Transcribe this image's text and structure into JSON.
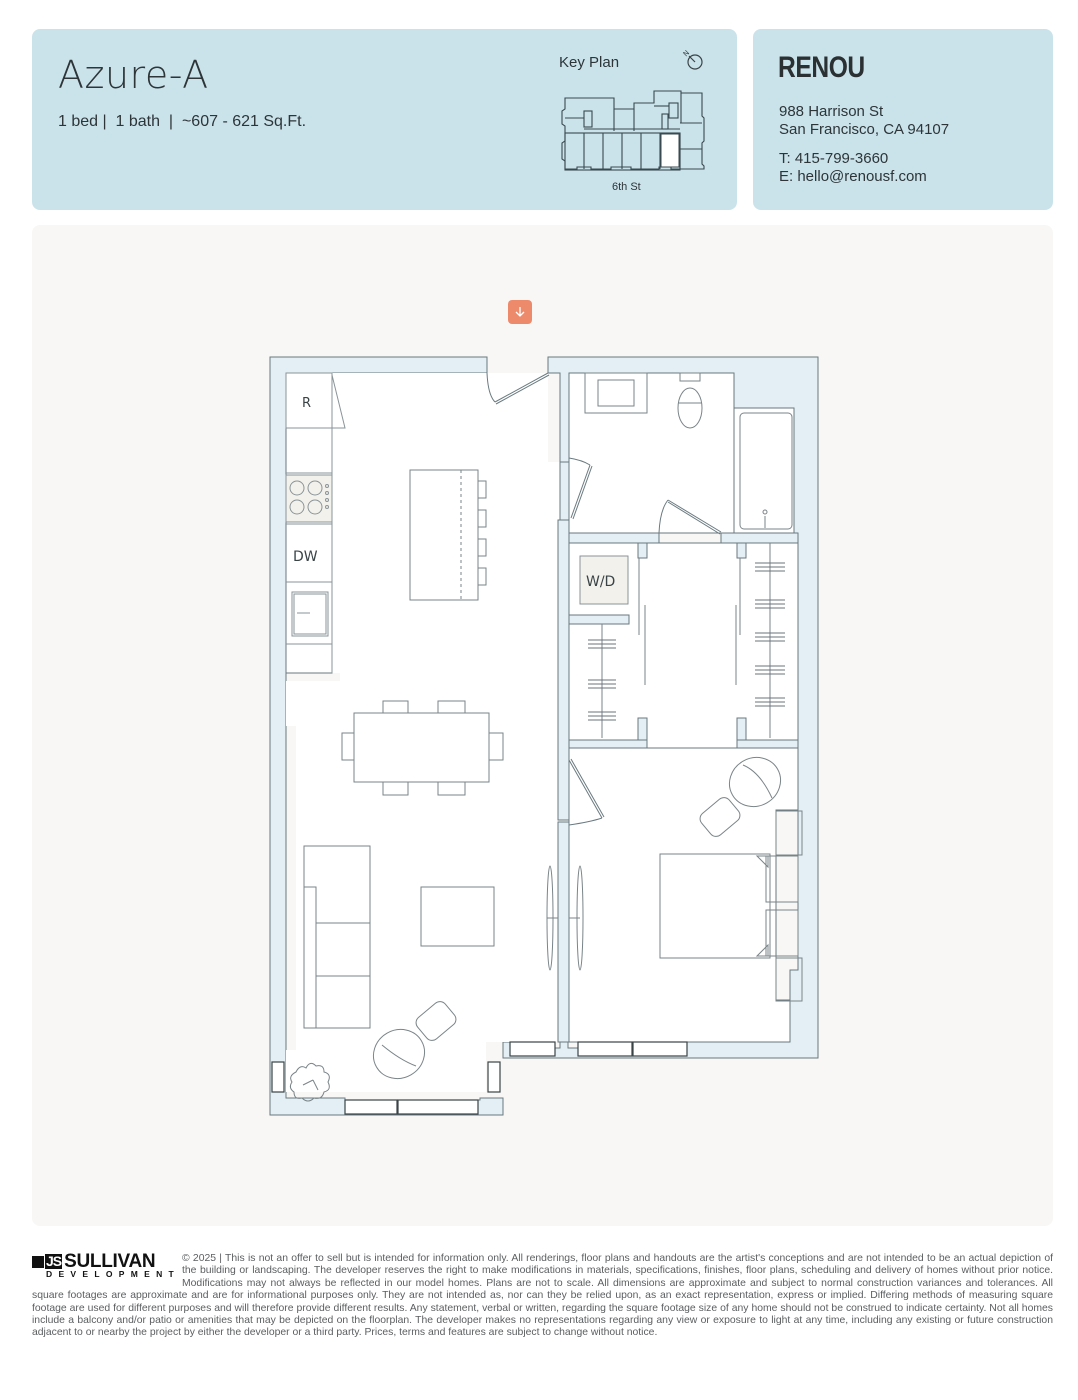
{
  "unit": {
    "name": "Azure-A",
    "specs": "1 bed |  1 bath  |  ~607 - 621 Sq.Ft.",
    "beds": "1 bed",
    "baths": "1 bath",
    "area": "~607 - 621 Sq.Ft."
  },
  "key_plan": {
    "label": "Key Plan",
    "street": "6th St",
    "north_icon": "north-arrow-icon"
  },
  "contact": {
    "brand": "RENOU",
    "address_line1": "988 Harrison St",
    "address_line2": "San Francisco, CA 94107",
    "phone": "T: 415-799-3660",
    "email": "E: hello@renousf.com"
  },
  "floor_plan": {
    "download_icon": "download-arrow-icon",
    "labels": {
      "refrigerator": "R",
      "dishwasher": "DW",
      "washer_dryer": "W/D"
    }
  },
  "footer": {
    "logo_mark": "JS",
    "logo_name": "SULLIVAN",
    "logo_sub": "DEVELOPMENT",
    "legal": "© 2025 | This is not an offer to sell but is intended for information only. All renderings, floor plans and handouts are the artist's conceptions and are not intended to be an actual depiction of the building or landscaping. The developer reserves the right to make modifications in materials, specifications, finishes, floor plans, scheduling and delivery of homes without prior notice. Modifications may not always be reflected in our model homes. Plans are not to scale. All dimensions are approximate and subject to normal construction variances and tolerances. All square footages are approximate and are for informational purposes only. They are not intended as, nor can they be relied upon, as an exact representation, express or implied. Differing methods of measuring square footage are used for different purposes and will therefore provide different results. Any statement, verbal or written, regarding the square footage size of any home should not be construed to indicate certainty. Not all homes include a balcony and/or patio or amenities that may be depicted on the floorplan. The developer makes no representations regarding any view or exposure to light at any time, including any existing or future construction adjacent to or nearby the project by either the developer or a third party. Prices, terms and features are subject to change without notice."
  },
  "colors": {
    "card_bg": "#cae3eb",
    "panel_bg": "#f8f7f5",
    "wall_fill": "#e3eff5",
    "accent": "#ee8a6c",
    "text": "#2d3538"
  }
}
